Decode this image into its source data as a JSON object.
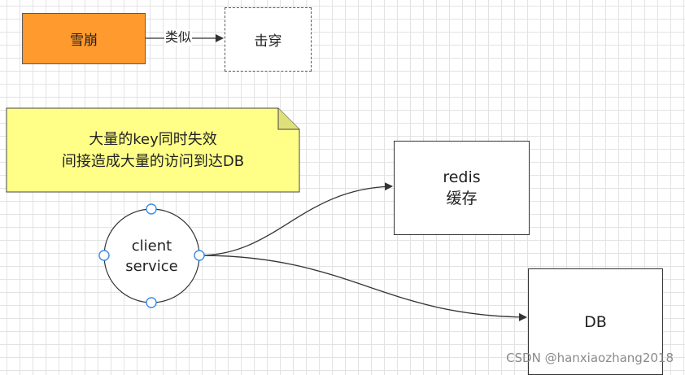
{
  "nodes": {
    "avalanche": {
      "label": "雪崩"
    },
    "breakdown": {
      "label": "击穿"
    },
    "note": {
      "line1": "大量的key同时失效",
      "line2": "间接造成大量的访问到达DB"
    },
    "client": {
      "line1": "client",
      "line2": "service"
    },
    "redis": {
      "line1": "redis",
      "line2": "缓存"
    },
    "db": {
      "label": "DB"
    }
  },
  "edges": {
    "avalanche_to_breakdown": {
      "label": "类似"
    }
  },
  "watermark": "CSDN @hanxiaozhang2018",
  "colors": {
    "avalanche_fill": "#ff9a2e",
    "note_fill": "#ffff88",
    "selection_handle": "#3b8be6",
    "edge_stroke": "#333333"
  }
}
